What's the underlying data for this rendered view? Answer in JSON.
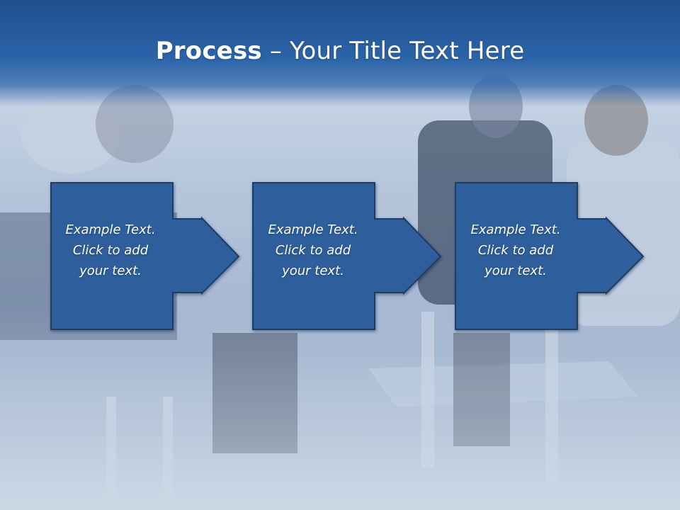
{
  "slide": {
    "title_bold": "Process",
    "title_rest": " – Your Title Text Here"
  },
  "steps": [
    {
      "text": "Example Text.\nClick  to add\nyour text."
    },
    {
      "text": "Example Text.\nClick  to add\nyour text."
    },
    {
      "text": "Example Text.\nClick  to add\nyour text."
    }
  ],
  "colors": {
    "box_fill": "#2f5f9c",
    "box_stroke": "#1b3c66",
    "title_bar": "#245a9e"
  }
}
